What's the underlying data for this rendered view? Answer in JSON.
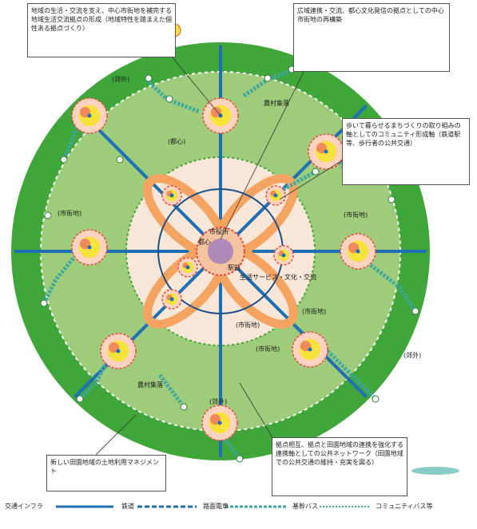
{
  "callouts": {
    "top_left": "地域の生活・交流を支え、中心市街地を補完する地域生活交流拠点の形成（地域特性を踏まえた個性ある拠点づくり）",
    "top_right": "広域連携・交流、都心文化発信の拠点としての中心市街地の再構築",
    "mid_right": "歩いて暮らせるまちづくりの取り組みの軸としてのコミュニティ形成軸（鉄道駅等、歩行者の公共交通）",
    "bottom_left": "新しい田園地域の土地利用マネジメント",
    "bottom_right": "拠点相互、拠点と田園地域の連携を強化する連携軸としての公共ネットワーク（田園地域での公共交通の維持・充実を図る）"
  },
  "map_labels": {
    "nw": "(郊外)",
    "n": "(都心)",
    "nne": "農村集落",
    "w": "(市街地)",
    "e": "(市街地)",
    "se1": "(市街地)",
    "s1": "(郊外)",
    "sw": "農村集落",
    "s2": "(市街地)",
    "center_top": "市役所",
    "center_left": "都心",
    "center_bottom": "駅前",
    "center_right": "生活サービス・文化・交流",
    "mid_s": "(市街地)",
    "mid_e": "(郊外)"
  },
  "legend": {
    "title": "交通インフラ",
    "items": [
      "鉄道",
      "路面電車",
      "基幹バス",
      "コミュニティバス等"
    ]
  },
  "colors": {
    "outer_green": "#3fa63a",
    "inner_green": "#9fcc7a",
    "suburb_light": "#f8e6d8",
    "urban_orange": "#f4a460",
    "center_purple": "#b08ab8",
    "rail_blue": "#1f6fb5",
    "bus_teal": "#3aa8a0",
    "hub_red": "#e84a3a",
    "hub_yellow": "#f5e23a",
    "community_dot": "#ffffff"
  }
}
